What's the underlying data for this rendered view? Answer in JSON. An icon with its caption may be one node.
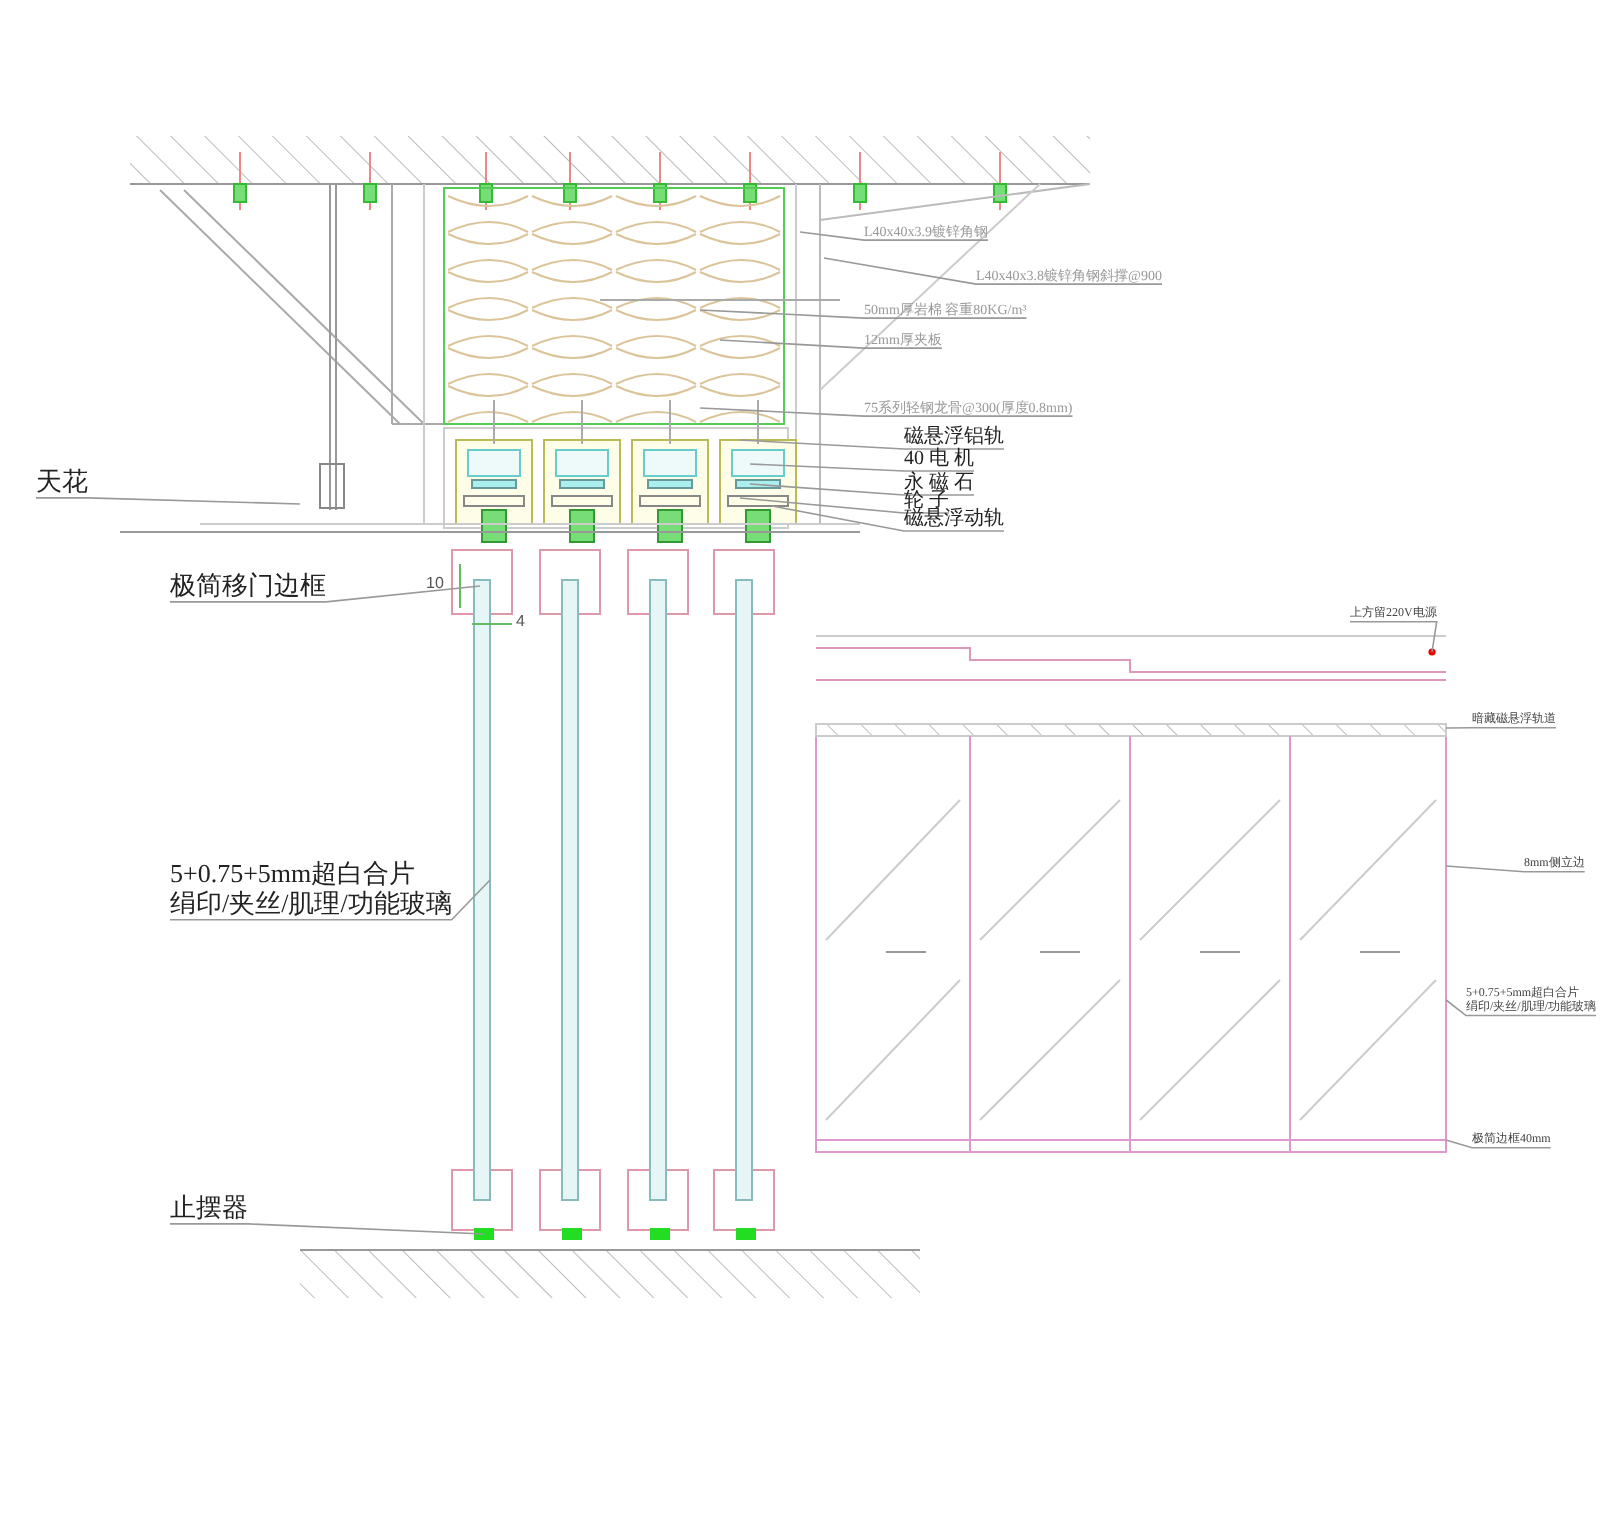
{
  "diagram": {
    "nodes": [
      {
        "text": [
          "L40x40x3.9镀锌角钢"
        ]
      },
      {
        "text": [
          "L40x40x3.8镀锌角钢斜撑@900"
        ]
      },
      {
        "text": [
          "50mm厚岩棉 容重80KG/m³"
        ]
      },
      {
        "text": [
          "12mm厚夹板"
        ]
      },
      {
        "text": [
          "75系列轻钢龙骨@300(厚度0.8mm)"
        ]
      },
      {
        "text": [
          "磁悬浮铝轨"
        ]
      },
      {
        "text": [
          "40 电 机"
        ]
      },
      {
        "text": [
          "永 磁 石"
        ]
      },
      {
        "text": [
          "轮 子"
        ]
      },
      {
        "text": [
          "磁悬浮动轨"
        ]
      },
      {
        "text": [
          "天花"
        ]
      },
      {
        "text": [
          "极简移门边框"
        ]
      },
      {
        "text": [
          "5+0.75+5mm超白合片",
          "绢印/夹丝/肌理/功能玻璃"
        ]
      },
      {
        "text": [
          "止摆器"
        ]
      },
      {
        "text": [
          "上方留220V电源"
        ]
      },
      {
        "text": [
          "暗藏磁悬浮轨道"
        ]
      },
      {
        "text": [
          "8mm侧立边"
        ]
      },
      {
        "text": [
          "5+0.75+5mm超白合片",
          "绢印/夹丝/肌理/功能玻璃"
        ]
      },
      {
        "text": [
          "极简边框40mm"
        ]
      },
      {
        "text": [],
        "shape": "picture"
      }
    ],
    "edges": [
      {
        "from": 0,
        "to": null,
        "arrow": "none"
      },
      {
        "from": 1,
        "to": null,
        "arrow": "none"
      },
      {
        "from": 2,
        "to": null,
        "arrow": "none"
      },
      {
        "from": 3,
        "to": null,
        "arrow": "none"
      },
      {
        "from": 4,
        "to": null,
        "arrow": "none"
      },
      {
        "from": 5,
        "to": null,
        "arrow": "none"
      },
      {
        "from": 6,
        "to": null,
        "arrow": "none"
      },
      {
        "from": 7,
        "to": null,
        "arrow": "none"
      },
      {
        "from": 8,
        "to": null,
        "arrow": "none"
      },
      {
        "from": 9,
        "to": null,
        "arrow": "none"
      },
      {
        "from": 10,
        "to": null,
        "arrow": "none"
      },
      {
        "from": 11,
        "to": null,
        "arrow": "none"
      },
      {
        "from": 12,
        "to": null,
        "arrow": "none"
      },
      {
        "from": 13,
        "to": null,
        "arrow": "none"
      },
      {
        "from": 14,
        "to": 19,
        "arrow": "none"
      },
      {
        "from": 15,
        "to": 19,
        "arrow": "none"
      },
      {
        "from": 16,
        "to": 19,
        "arrow": "none"
      },
      {
        "from": 17,
        "to": 19,
        "arrow": "none"
      },
      {
        "from": 18,
        "to": 19,
        "arrow": "none"
      }
    ],
    "labels": [
      "10",
      "4"
    ]
  }
}
